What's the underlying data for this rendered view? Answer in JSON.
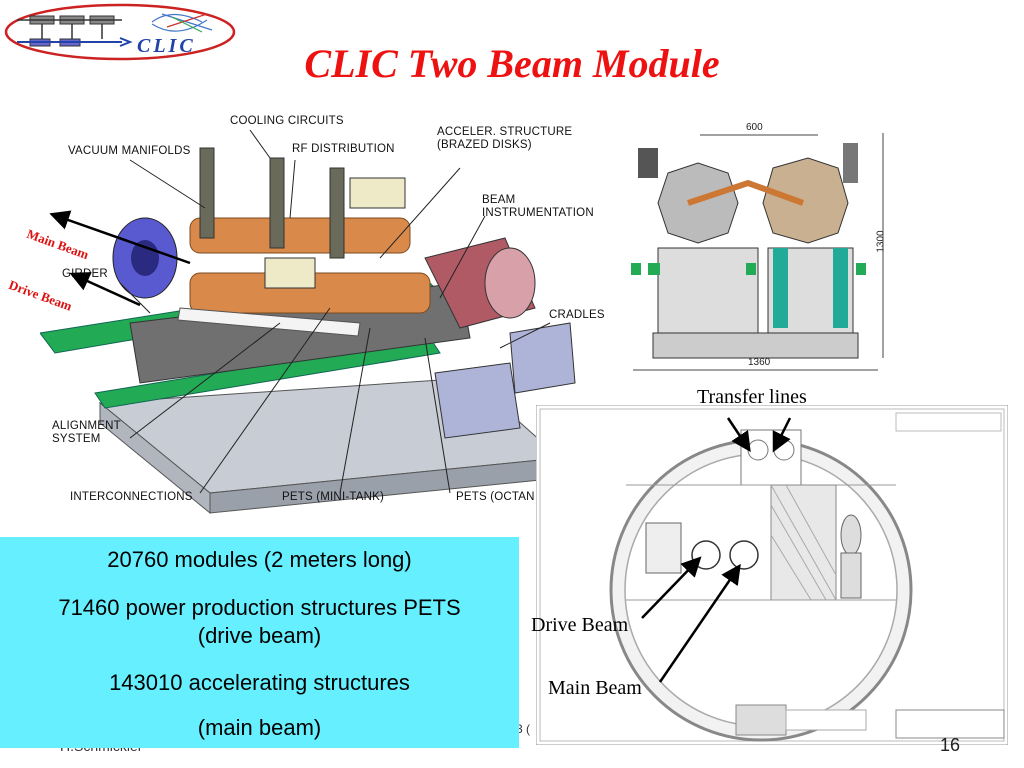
{
  "slide": {
    "title": "CLIC Two Beam Module",
    "logo_text": "CLIC",
    "author": "H.Schmickler",
    "page_number": "16",
    "fragment_text": "3 (",
    "colors": {
      "title": "#ee1111",
      "info_box": "#66f0ff",
      "logo_border": "#cc2222"
    }
  },
  "module_diagram": {
    "labels": {
      "cooling": "COOLING CIRCUITS",
      "vacuum": "VACUUM MANIFOLDS",
      "rf": "RF  DISTRIBUTION",
      "acceler": "ACCELER. STRUCTURE\n(BRAZED  DISKS)",
      "beam_instr": "BEAM\nINSTRUMENTATION",
      "girder": "GIRDER",
      "cradles": "CRADLES",
      "alignment": "ALIGNMENT\nSYSTEM",
      "interconnections": "INTERCONNECTIONS",
      "pets_mini": "PETS (MINI-TANK)",
      "pets_octan": "PETS (OCTAN"
    },
    "main_beam": "Main Beam",
    "drive_beam": "Drive Beam"
  },
  "section_view": {
    "dim_600": "600",
    "dim_1300": "1300",
    "dim_1360": "1360"
  },
  "tunnel": {
    "transfer_lines": "Transfer lines",
    "drive_beam": "Drive Beam",
    "main_beam": "Main Beam"
  },
  "info": {
    "line1": "20760 modules (2 meters long)",
    "line2a": "71460 power production structures PETS",
    "line2b": "(drive beam)",
    "line3": "143010 accelerating structures",
    "line4": "(main beam)"
  }
}
